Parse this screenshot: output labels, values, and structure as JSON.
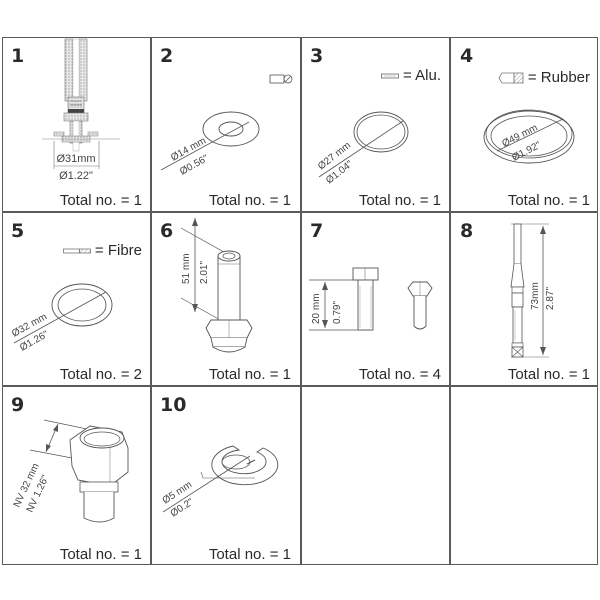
{
  "cells": [
    {
      "number": "1",
      "total": "Total no. = 1",
      "dims": [
        "Ø31mm",
        "Ø1.22\""
      ]
    },
    {
      "number": "2",
      "total": "Total no. = 1",
      "dims": [
        "Ø14 mm",
        "Ø0.56\""
      ]
    },
    {
      "number": "3",
      "total": "Total no. = 1",
      "legend": "= Alu.",
      "dims": [
        "Ø27 mm",
        "Ø1.04\""
      ]
    },
    {
      "number": "4",
      "total": "Total no. = 1",
      "legend": "= Rubber",
      "dims": [
        "Ø49 mm",
        "Ø1.92\""
      ]
    },
    {
      "number": "5",
      "total": "Total no. = 2",
      "legend": "= Fibre",
      "dims": [
        "Ø32 mm",
        "Ø1.26\""
      ]
    },
    {
      "number": "6",
      "total": "Total no. = 1",
      "dims": [
        "51 mm",
        "2.01\""
      ]
    },
    {
      "number": "7",
      "total": "Total no. = 4",
      "dims": [
        "20 mm",
        "0.79\""
      ]
    },
    {
      "number": "8",
      "total": "Total no. = 1",
      "dims": [
        "73mm",
        "2.87\""
      ]
    },
    {
      "number": "9",
      "total": "Total no. = 1",
      "dims": [
        "NV 32 mm",
        "NV 1.26\""
      ]
    },
    {
      "number": "10",
      "total": "Total no. = 1",
      "dims": [
        "Ø5 mm",
        "Ø0.2\""
      ]
    }
  ],
  "icons": {
    "legend_alu": "alu-section-icon",
    "legend_rubber": "rubber-section-icon",
    "legend_fibre": "fibre-section-icon"
  },
  "colors": {
    "border": "#5a5a5a",
    "text": "#2a2a2a",
    "line": "#555555"
  }
}
